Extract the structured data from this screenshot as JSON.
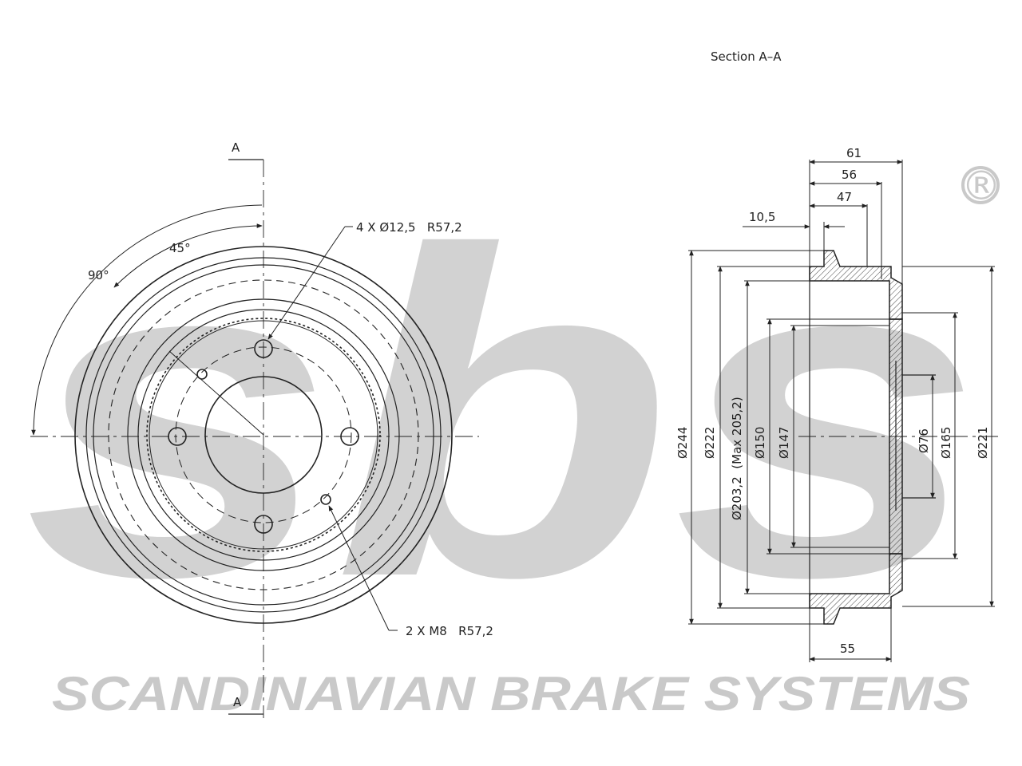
{
  "watermark": {
    "logo": "sbs",
    "company": "SCANDINAVIAN BRAKE SYSTEMS",
    "registered": "®"
  },
  "front_view": {
    "section_mark_top": "A",
    "section_mark_bottom": "A",
    "angle_45": "45°",
    "angle_90": "90°",
    "bolt_holes": "4 X Ø12,5   R57,2",
    "threaded_holes": "2 X M8   R57,2"
  },
  "section_view": {
    "title": "Section A–A",
    "dim_61": "61",
    "dim_56": "56",
    "dim_47": "47",
    "dim_10_5": "10,5",
    "dim_55": "55",
    "dia_244": "Ø244",
    "dia_222": "Ø222",
    "dia_203": "Ø203,2  (Max 205,2)",
    "dia_150": "Ø150",
    "dia_147": "Ø147",
    "dia_76": "Ø76",
    "dia_165": "Ø165",
    "dia_221": "Ø221"
  },
  "colors": {
    "line": "#222222",
    "watermark": "#cfcfcf"
  }
}
